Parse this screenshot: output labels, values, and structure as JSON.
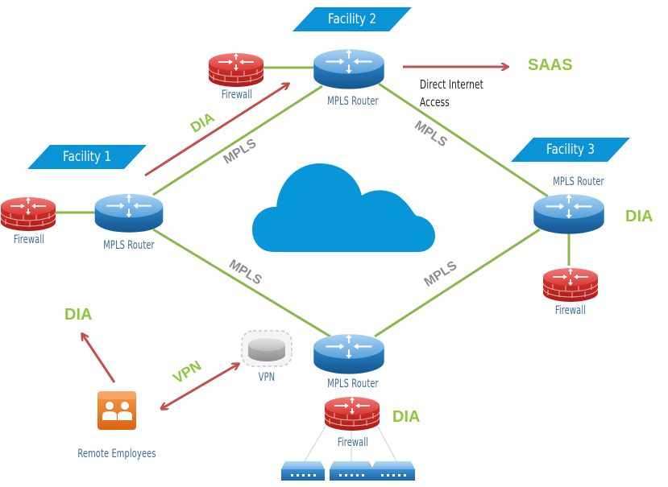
{
  "title": "MPLS network with Direct Internet Access",
  "colors": {
    "link_mpls": "#8bb64a",
    "arrow_dia": "#c0504d",
    "tag_green": "#8dc63f",
    "mpls_gray": "#8c8c8c",
    "banner_blue": "#0a93d5",
    "cloud_blue": "#0797d9",
    "router_blue": "#2f7fc0",
    "firewall_red": "#d9312d",
    "label_blue": "#3e6a9a",
    "remote_orange": "#e8731b"
  },
  "facilities": [
    {
      "id": "facility-1",
      "label": "Facility 1"
    },
    {
      "id": "facility-2",
      "label": "Facility 2"
    },
    {
      "id": "facility-3",
      "label": "Facility 3"
    }
  ],
  "nodes": {
    "router_f1": {
      "label": "MPLS Router",
      "icon": "router-icon"
    },
    "router_f2": {
      "label": "MPLS Router",
      "icon": "router-icon"
    },
    "router_f3": {
      "label": "MPLS Router",
      "icon": "router-icon"
    },
    "router_bottom": {
      "label": "MPLS Router",
      "icon": "router-icon"
    },
    "firewall_f1": {
      "label": "Firewall",
      "icon": "firewall-icon"
    },
    "firewall_f2": {
      "label": "Firewall",
      "icon": "firewall-icon"
    },
    "firewall_f3": {
      "label": "Firewall",
      "icon": "firewall-icon"
    },
    "firewall_bottom": {
      "label": "Firewall",
      "icon": "firewall-icon"
    },
    "vpn": {
      "label": "VPN",
      "icon": "vpn-router-icon"
    },
    "remote": {
      "label": "Remote Employees",
      "icon": "users-icon"
    },
    "switches": [
      {
        "icon": "switch-icon"
      },
      {
        "icon": "switch-icon"
      },
      {
        "icon": "switch-icon"
      }
    ]
  },
  "cloud": {
    "icon": "cloud-icon"
  },
  "links": {
    "mpls_label": "MPLS",
    "dia_label": "DIA",
    "vpn_label": "VPN"
  },
  "saas": {
    "label": "SAAS",
    "note": "Direct Internet Access"
  },
  "tags": {
    "dia_f1": "DIA",
    "dia_f3": "DIA",
    "dia_bottom": "DIA",
    "dia_remote": "DIA",
    "vpn_link": "VPN",
    "mpls_f1_f2": "MPLS",
    "mpls_f2_f3": "MPLS",
    "mpls_f1_bottom": "MPLS",
    "mpls_f3_bottom": "MPLS"
  }
}
